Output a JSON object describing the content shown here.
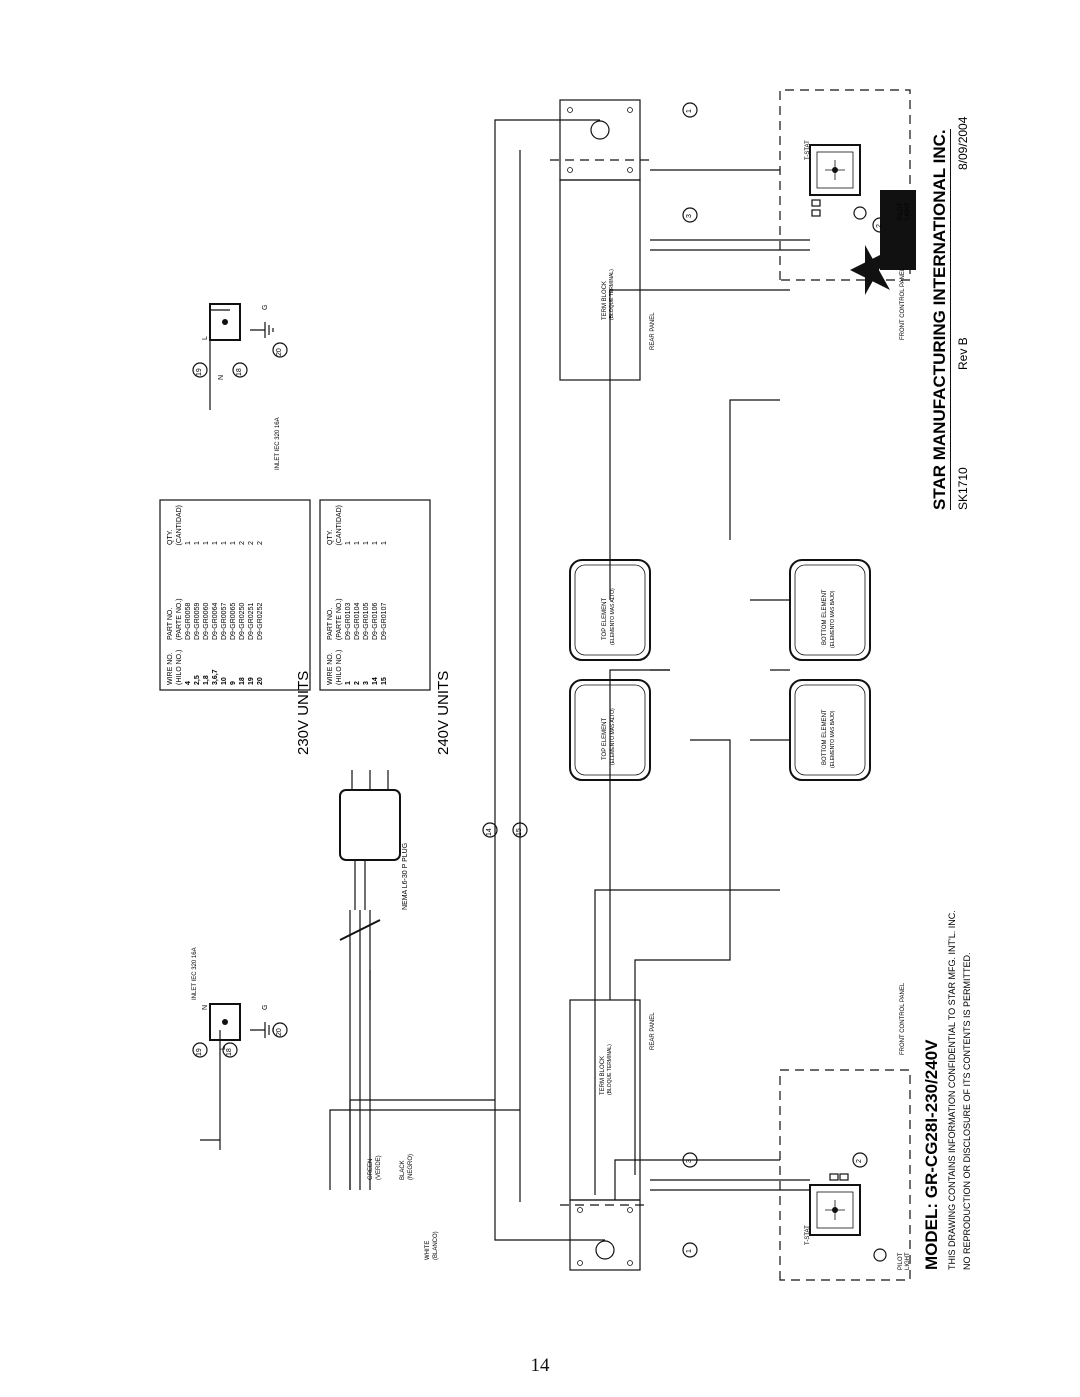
{
  "title": "MODEL: GR-CG28I-230/240V",
  "confidential_line1": "THIS DRAWING CONTAINS INFORMATION CONFIDENTIAL TO STAR MFG. INT'L. INC.",
  "confidential_line2": "NO REPRODUCTION OR DISCLOSURE OF ITS CONTENTS IS PERMITTED.",
  "company": "STAR MANUFACTURING INTERNATIONAL INC.",
  "drawing_no": "SK1710",
  "revision": "Rev B",
  "date": "8/09/2004",
  "page_number": "14",
  "units_230": "230V UNITS",
  "units_240": "240V UNITS",
  "labels": {
    "inlet": "INLET IEC 320 16A",
    "nema_plug": "NEMA L6-30 P PLUG",
    "green": "GREEN",
    "green_es": "(VERDE)",
    "black": "BLACK",
    "black_es": "(NEGRO)",
    "white": "WHITE",
    "white_es": "(BLANCO)",
    "term_block": "TERM BLOCK",
    "term_block_es": "(BLOQUE TERMINAL)",
    "rear_panel": "REAR PANEL",
    "front_panel": "FRONT CONTROL PANEL",
    "tstat": "T-STAT",
    "pilot": "PILOT",
    "light": "LIGHT",
    "top_element": "TOP ELEMENT",
    "top_element_es": "(ELEMENTO MAS ALTO)",
    "bottom_element": "BOTTOM ELEMENT",
    "bottom_element_es": "(ELEMENTO MAS BAJO)",
    "n": "N",
    "l": "L",
    "g": "G"
  },
  "table_230": {
    "header_wire": "WIRE NO.",
    "header_part": "PART NO.",
    "header_qty": "QTY.",
    "header_wire_es": "(HILO NO.)",
    "header_part_es": "(PARTE NO.)",
    "header_qty_es": "(CANTIDAD)",
    "rows": [
      {
        "wire": "4",
        "part": "D9-GR0058",
        "qty": "1"
      },
      {
        "wire": "2,5",
        "part": "D9-GR0059",
        "qty": "1"
      },
      {
        "wire": "1,8",
        "part": "D9-GR0060",
        "qty": "1"
      },
      {
        "wire": "3,6,7",
        "part": "D9-GR0064",
        "qty": "1"
      },
      {
        "wire": "10",
        "part": "D9-GR0057",
        "qty": "1"
      },
      {
        "wire": "9",
        "part": "D9-GR0065",
        "qty": "1"
      },
      {
        "wire": "18",
        "part": "D9-GR0250",
        "qty": "2"
      },
      {
        "wire": "19",
        "part": "D9-GR0251",
        "qty": "2"
      },
      {
        "wire": "20",
        "part": "D9-GR0252",
        "qty": "2"
      }
    ]
  },
  "table_240": {
    "header_wire": "WIRE NO.",
    "header_part": "PART NO.",
    "header_qty": "QTY.",
    "header_wire_es": "(HILO NO.)",
    "header_part_es": "(PARTE NO.)",
    "header_qty_es": "(CANTIDAD)",
    "rows": [
      {
        "wire": "1",
        "part": "D9-GR0103",
        "qty": "1"
      },
      {
        "wire": "2",
        "part": "D9-GR0104",
        "qty": "1"
      },
      {
        "wire": "3",
        "part": "D9-GR0105",
        "qty": "1"
      },
      {
        "wire": "14",
        "part": "D9-GR0106",
        "qty": "1"
      },
      {
        "wire": "15",
        "part": "D9-GR0107",
        "qty": "1"
      }
    ]
  },
  "wire_numbers": [
    "1",
    "2",
    "3",
    "14",
    "15",
    "18",
    "19",
    "20"
  ]
}
